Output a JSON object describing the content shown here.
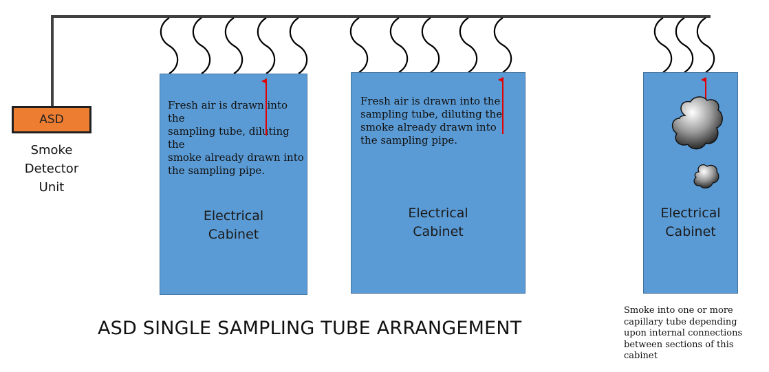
{
  "detector": {
    "box_label": "ASD",
    "caption": "Smoke\nDetector\nUnit"
  },
  "cabinets": [
    {
      "label": "Electrical\nCabinet",
      "note": "Fresh air is drawn into the\nsampling tube, diluting the\nsmoke already drawn into\nthe sampling pipe."
    },
    {
      "label": "Electrical\nCabinet",
      "note": "Fresh air is drawn into the\nsampling tube, diluting the\nsmoke already drawn into\nthe sampling pipe."
    },
    {
      "label": "Electrical\nCabinet",
      "note": ""
    }
  ],
  "title": "ASD SINGLE SAMPLING TUBE ARRANGEMENT",
  "side_note": "Smoke into one or more\ncapillary tube depending\nupon internal connections\nbetween sections of this\ncabinet",
  "colors": {
    "cabinet_fill": "#5b9bd5",
    "detector_fill": "#ed7d31",
    "airflow_arrow": "#e00000",
    "pipe": "#404040"
  }
}
